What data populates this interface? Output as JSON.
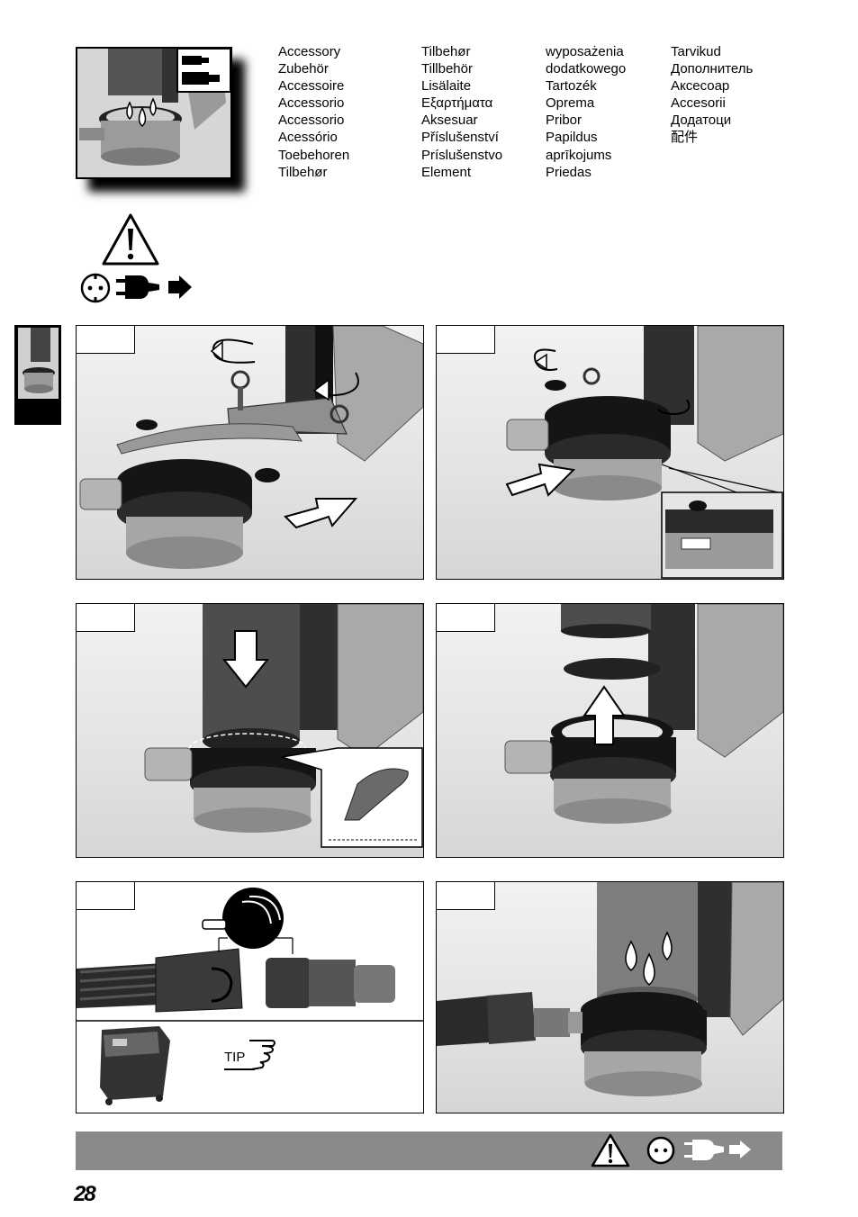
{
  "languages": {
    "col1": [
      "Accessory",
      "Zubehör",
      "Accessoire",
      "Accessorio",
      "Accessorio",
      "Acessório",
      "Toebehoren",
      "Tilbehør"
    ],
    "col2": [
      "Tilbehør",
      "Tillbehör",
      "Lisälaite",
      "Εξαρτήματα",
      "Aksesuar",
      "Příslušenství",
      "Príslušenstvo",
      "Element"
    ],
    "col3": [
      "wyposażenia",
      "dodatkowego",
      "Tartozék",
      "Oprema",
      "Pribor",
      "Papildus",
      "aprīkojums",
      "Priedas"
    ],
    "col4": [
      "Tarvikud",
      "Дополнитель",
      "Аксесоар",
      "Accesorii",
      "Додатоци",
      "配件"
    ]
  },
  "tip_label": "TIP",
  "page_number": "28",
  "icons": {
    "warning": "warning-triangle-icon",
    "socket": "power-socket-icon",
    "unplug": "unplug-icon",
    "water": "water-drops-icon"
  },
  "colors": {
    "bar": "#8a8a8a",
    "frame": "#000000"
  }
}
